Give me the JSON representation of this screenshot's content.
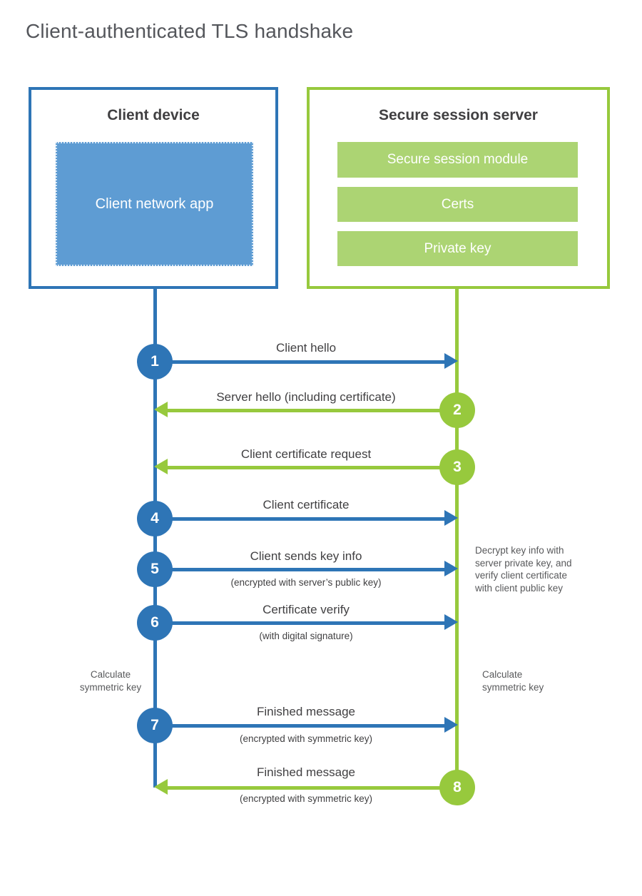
{
  "title": "Client-authenticated TLS handshake",
  "colors": {
    "blue_stroke": "#2e75b6",
    "blue_fill": "#5e9cd3",
    "green_stroke": "#97c93d",
    "green_fill": "#acd473",
    "text_dark": "#414042",
    "text_gray": "#58595b"
  },
  "client_box": {
    "title": "Client device",
    "app_label": "Client network app"
  },
  "server_box": {
    "title": "Secure session server",
    "modules": [
      "Secure session module",
      "Certs",
      "Private key"
    ]
  },
  "steps": [
    {
      "num": "1",
      "label": "Client hello",
      "sub": "",
      "direction": "right",
      "color": "blue"
    },
    {
      "num": "2",
      "label": "Server hello (including certificate)",
      "sub": "",
      "direction": "left",
      "color": "green"
    },
    {
      "num": "3",
      "label": "Client certificate request",
      "sub": "",
      "direction": "left",
      "color": "green"
    },
    {
      "num": "4",
      "label": "Client certificate",
      "sub": "",
      "direction": "right",
      "color": "blue"
    },
    {
      "num": "5",
      "label": "Client sends key info",
      "sub": "(encrypted with server’s public key)",
      "direction": "right",
      "color": "blue"
    },
    {
      "num": "6",
      "label": "Certificate verify",
      "sub": "(with digital signature)",
      "direction": "right",
      "color": "blue"
    },
    {
      "num": "7",
      "label": "Finished message",
      "sub": "(encrypted with symmetric key)",
      "direction": "right",
      "color": "blue"
    },
    {
      "num": "8",
      "label": "Finished message",
      "sub": "(encrypted with symmetric key)",
      "direction": "left",
      "color": "green"
    }
  ],
  "annotations": {
    "decrypt_note_lines": [
      "Decrypt key info with",
      "server private key, and",
      "verify client certificate",
      "with client public key"
    ],
    "calc_left_lines": [
      "Calculate",
      "symmetric key"
    ],
    "calc_right_lines": [
      "Calculate",
      "symmetric key"
    ]
  }
}
